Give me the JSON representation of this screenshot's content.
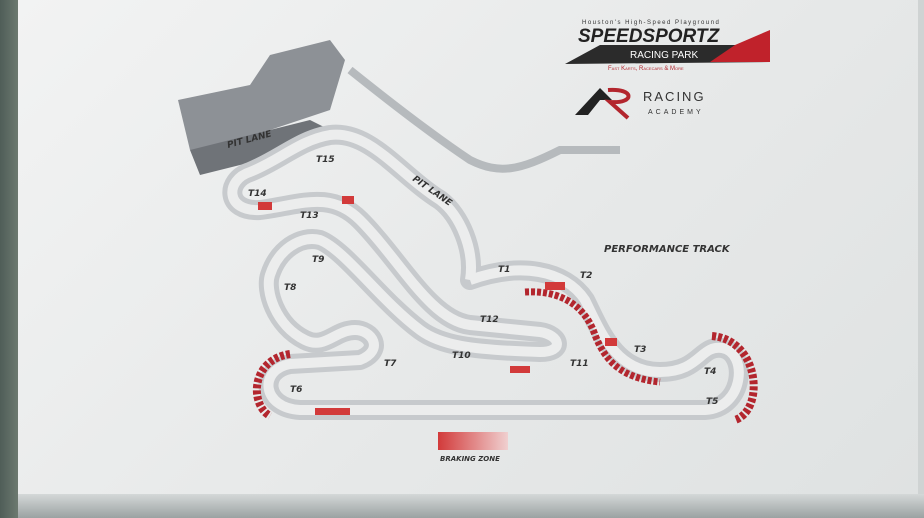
{
  "logo": {
    "tagline": "Houston's High-Speed Playground",
    "brand": "SPEEDSPORTZ",
    "sub": "RACING PARK",
    "slogan": "Fast Karts, Racecars & More"
  },
  "academy": {
    "mark": "AR",
    "line1": "RACING",
    "line2": "ACADEMY"
  },
  "map": {
    "title": "PERFORMANCE TRACK",
    "pit_lane_1": "PIT LANE",
    "pit_lane_2": "PIT LANE",
    "turns": [
      "T1",
      "T2",
      "T3",
      "T4",
      "T5",
      "T6",
      "T7",
      "T8",
      "T9",
      "T10",
      "T11",
      "T12",
      "T13",
      "T14",
      "T15"
    ],
    "legend": "BRAKING ZONE"
  },
  "colors": {
    "track": "#d9dbdd",
    "kerb": "#b3262e",
    "brake": "#d23a3a"
  }
}
